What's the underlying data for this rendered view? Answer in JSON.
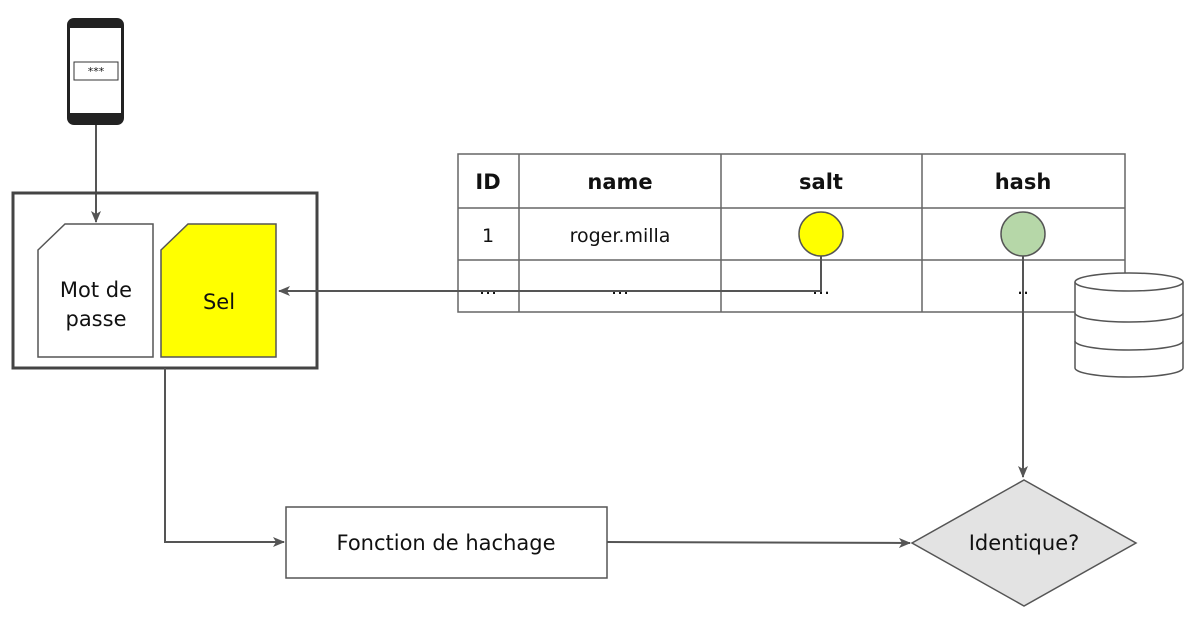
{
  "phone": {
    "password_mask": "***"
  },
  "inputs": {
    "password_label_line1": "Mot de",
    "password_label_line2": "passe",
    "salt_label": "Sel"
  },
  "table": {
    "headers": [
      "ID",
      "name",
      "salt",
      "hash"
    ],
    "rows": [
      [
        "1",
        "roger.milla",
        "",
        ""
      ],
      [
        "...",
        "...",
        "...",
        ".."
      ]
    ]
  },
  "process": {
    "hash_function_label": "Fonction de hachage"
  },
  "decision": {
    "label": "Identique?"
  },
  "colors": {
    "salt": "#ffff00",
    "hash": "#b6d7a8",
    "stroke": "#555555",
    "box_border": "#444444"
  }
}
